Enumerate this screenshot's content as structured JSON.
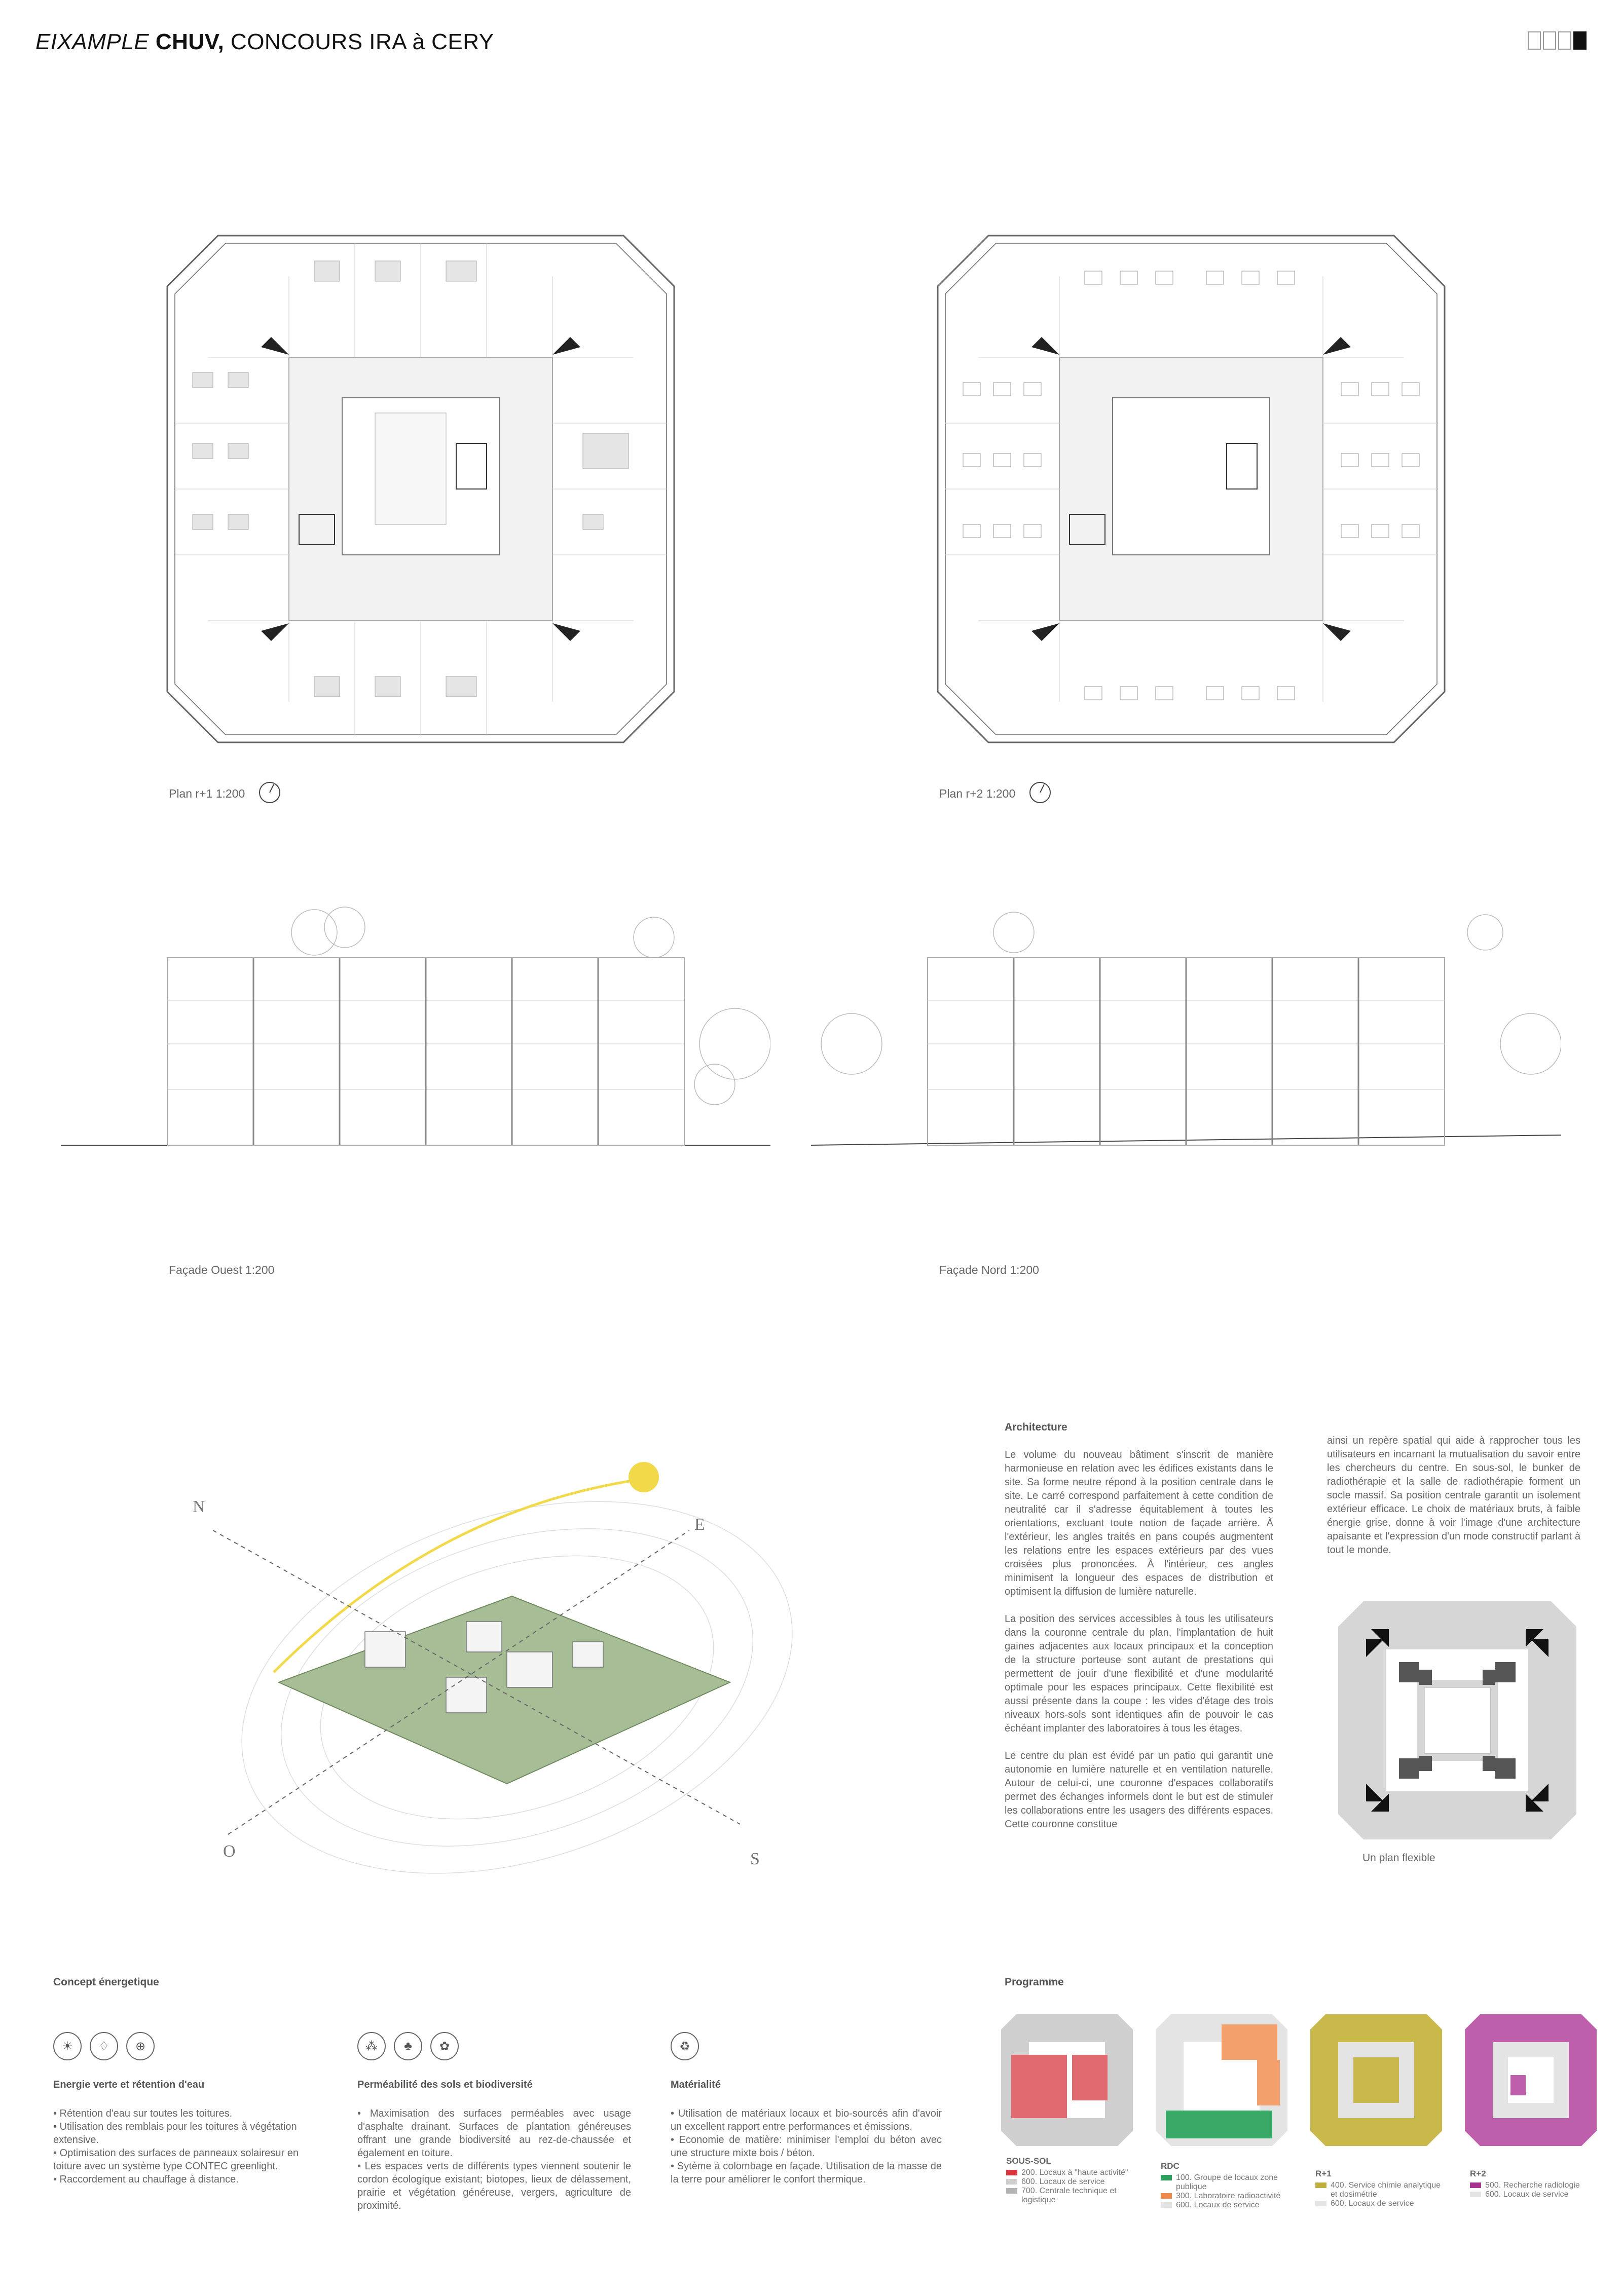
{
  "header": {
    "title_italic": "EIXAMPLE",
    "title_bold": "CHUV,",
    "title_rest": " CONCOURS IRA à CERY",
    "page_indicator": {
      "total": 4,
      "current": 4
    }
  },
  "plans": [
    {
      "caption": "Plan r+1 1:200"
    },
    {
      "caption": "Plan r+2 1:200"
    }
  ],
  "facades": [
    {
      "caption": "Façade Ouest 1:200"
    },
    {
      "caption": "Façade Nord 1:200"
    }
  ],
  "site": {
    "compass": {
      "n": "N",
      "e": "E",
      "o": "O",
      "s": "S"
    },
    "colors": {
      "green": "#a7bd95",
      "sun": "#f2d94a"
    }
  },
  "architecture": {
    "heading": "Architecture",
    "col1": [
      "Le volume du nouveau bâtiment s'inscrit de manière harmonieuse en relation avec les édifices existants dans le site. Sa forme neutre répond à la position centrale dans le site. Le carré correspond parfaitement à cette condition de neutralité car il s'adresse équitablement à toutes les orientations, excluant toute notion de façade arrière. À l'extérieur, les angles traités en pans coupés augmentent les relations entre les espaces extérieurs par des vues croisées plus prononcées. À l'intérieur, ces angles minimisent la longueur des espaces de distribution et optimisent la diffusion de lumière naturelle.",
      "La position des services accessibles à tous les utilisateurs dans la couronne centrale du plan, l'implantation de huit gaines adjacentes aux locaux principaux et la conception de la structure porteuse sont autant de prestations qui permettent de jouir d'une flexibilité et d'une modularité optimale pour les espaces principaux. Cette flexibilité est aussi présente dans la coupe : les vides d'étage des trois niveaux hors-sols sont identiques afin de pouvoir le cas échéant implanter des laboratoires à tous les étages.",
      "Le centre du plan est évidé par un patio qui garantit une autonomie en lumière naturelle et en ventilation naturelle. Autour de celui-ci, une couronne d'espaces collaboratifs permet des échanges informels dont le but est de stimuler les collaborations entre les usagers des différents espaces. Cette couronne constitue"
    ],
    "col2": [
      "ainsi un repère spatial qui aide à rapprocher tous les utilisateurs en incarnant la mutualisation du savoir entre les chercheurs du centre. En sous-sol, le bunker de radiothérapie et la salle de radiothérapie forment un socle massif. Sa position centrale garantit un isolement extérieur efficace. Le choix de matériaux bruts, à faible énergie grise, donne à voir l'image d'une architecture apaisante et l'expression d'un mode constructif parlant à tout le monde."
    ],
    "diagram_caption": "Un plan flexible"
  },
  "energy": {
    "heading": "Concept énergetique",
    "blocks": [
      {
        "icons": [
          "water-drop-icon",
          "leaf-icon",
          "solar-panel-icon"
        ],
        "glyphs": [
          "☀",
          "♢",
          "⊕"
        ],
        "title": "Energie verte et rétention d'eau",
        "items": [
          "• Rétention d'eau sur toutes les toitures.",
          "• Utilisation des remblais pour les toitures à végétation extensive.",
          "• Optimisation des surfaces de panneaux solairesur en toiture avec un système type CONTEC greenlight.",
          "• Raccordement au chauffage à distance."
        ]
      },
      {
        "icons": [
          "soil-icon",
          "tree-icon",
          "bee-icon"
        ],
        "glyphs": [
          "⁂",
          "♣",
          "✿"
        ],
        "title": "Perméabilité des sols et  biodiversité",
        "items": [
          "• Maximisation des surfaces perméables avec usage d'asphalte drainant. Surfaces de plantation généreuses offrant une grande biodiversité au rez-de-chaussée et également en toiture.",
          "• Les espaces verts de différents types viennent soutenir le cordon écologique existant; biotopes, lieux de délassement, prairie et végétation généreuse, vergers, agriculture de proximité."
        ]
      },
      {
        "icons": [
          "recycle-icon"
        ],
        "glyphs": [
          "♻"
        ],
        "title": "Matérialité",
        "items": [
          "• Utilisation de matériaux locaux et bio-sourcés afin d'avoir un excellent rapport entre performances et émissions.",
          "• Economie de matière: minimiser l'emploi du béton avec une structure mixte bois / béton.",
          "• Sytème à colombage en façade. Utilisation de la masse de la terre pour améliorer le confort thermique."
        ]
      }
    ]
  },
  "programme": {
    "heading": "Programme",
    "levels": [
      {
        "name": "SOUS-SOL",
        "legend": [
          {
            "color": "#d9363e",
            "label": "200. Locaux à \"haute activité\""
          },
          {
            "color": "#cfcfcf",
            "label": "600. Locaux de service"
          },
          {
            "color": "#b3b3b3",
            "label": "700. Centrale technique et logistique"
          }
        ]
      },
      {
        "name": "RDC",
        "legend": [
          {
            "color": "#2e9e5b",
            "label": "100. Groupe de locaux zone publique"
          },
          {
            "color": "#f08a4b",
            "label": "300. Laboratoire radioactivité"
          },
          {
            "color": "#e4e4e4",
            "label": "600. Locaux de service"
          }
        ]
      },
      {
        "name": "R+1",
        "legend": [
          {
            "color": "#bfae3c",
            "label": "400. Service chimie analytique et dosimétrie"
          },
          {
            "color": "#e4e4e4",
            "label": "600. Locaux de service"
          }
        ]
      },
      {
        "name": "R+2",
        "legend": [
          {
            "color": "#a8328f",
            "label": "500. Recherche radiologie"
          },
          {
            "color": "#e4e4e4",
            "label": "600. Locaux de service"
          }
        ]
      }
    ]
  }
}
